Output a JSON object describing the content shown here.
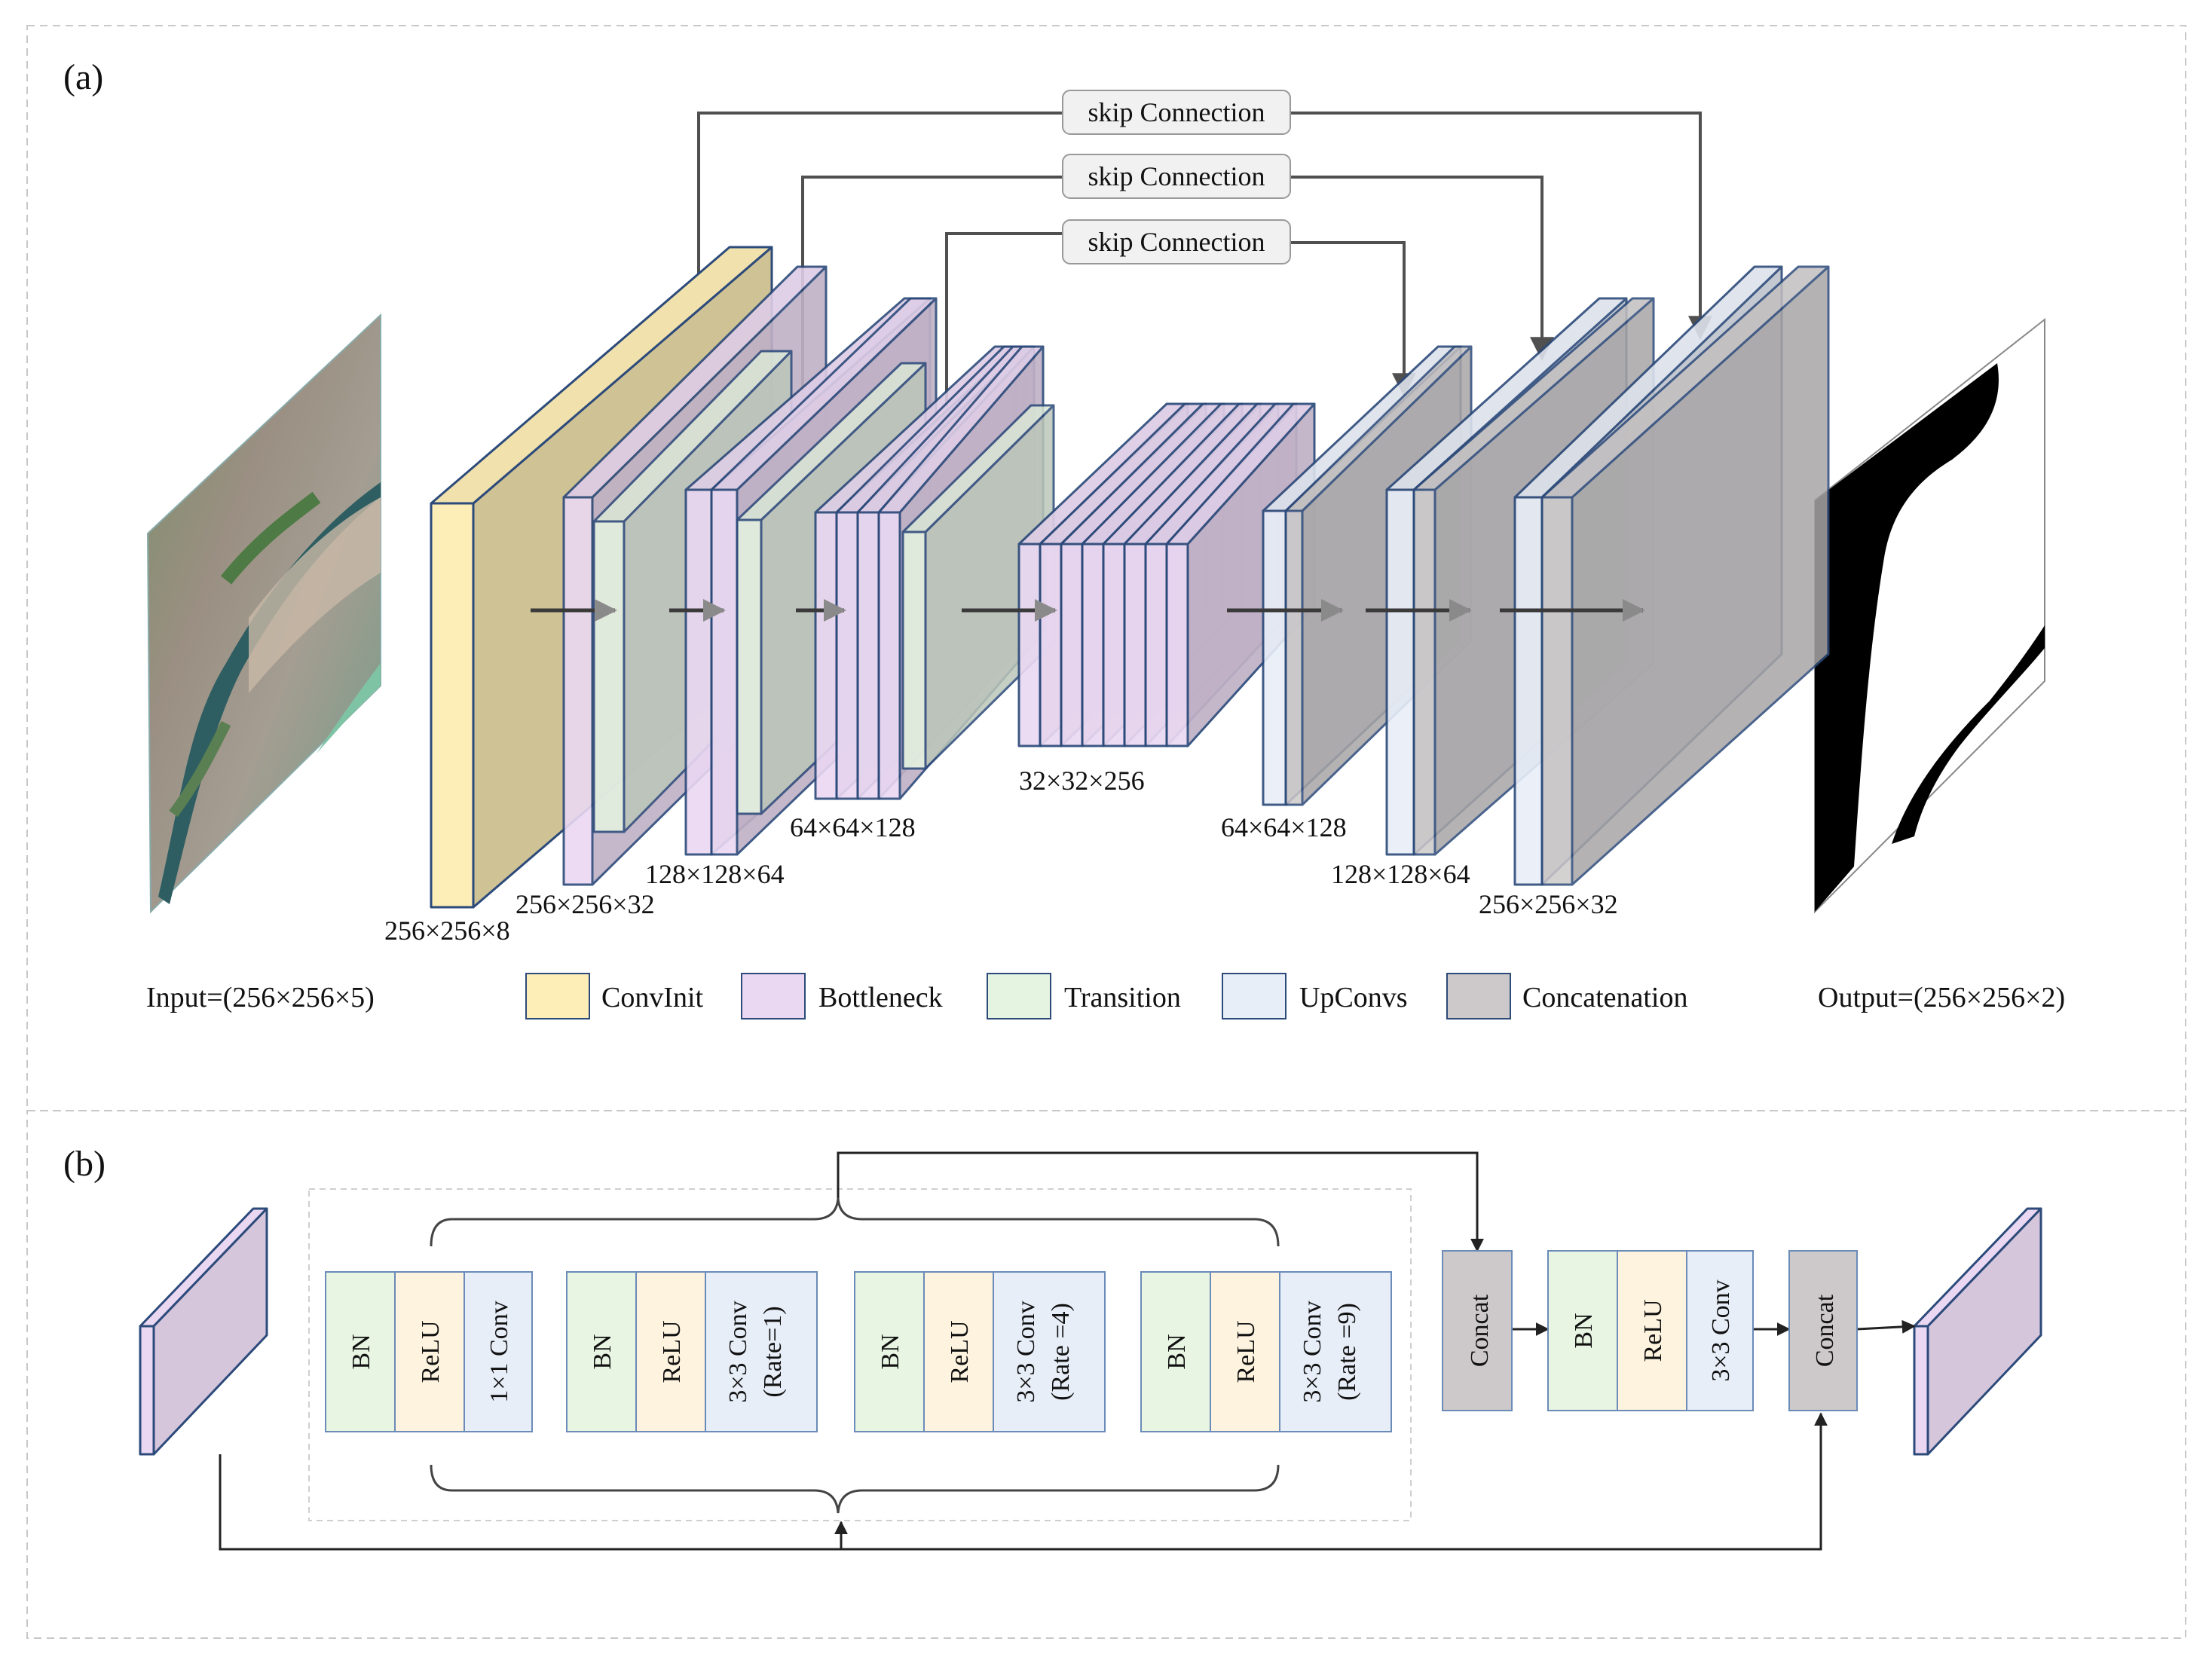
{
  "panel_a": {
    "label": "(a)",
    "skip_connections": [
      "skip Connection",
      "skip Connection",
      "skip Connection"
    ],
    "input_label": "Input=(256×256×5)",
    "output_label": "Output=(256×256×2)",
    "block_dims": {
      "convinit": "256×256×8",
      "enc1": "256×256×32",
      "enc2": "128×128×64",
      "enc3": "64×64×128",
      "mid": "32×32×256",
      "dec3": "64×64×128",
      "dec2": "128×128×64",
      "dec1": "256×256×32"
    },
    "legend": [
      {
        "label": "ConvInit",
        "color": "#fdedb6"
      },
      {
        "label": "Bottleneck",
        "color": "#ead8f2"
      },
      {
        "label": "Transition",
        "color": "#e5f3e1"
      },
      {
        "label": "UpConvs",
        "color": "#e8eef8"
      },
      {
        "label": "Concatenation",
        "color": "#cdc9ca"
      }
    ]
  },
  "panel_b": {
    "label": "(b)",
    "groups": [
      {
        "cells": [
          "BN",
          "ReLU",
          "1×1 Conv"
        ]
      },
      {
        "cells": [
          "BN",
          "ReLU",
          "3×3 Conv",
          "(Rate=1)"
        ]
      },
      {
        "cells": [
          "BN",
          "ReLU",
          "3×3 Conv",
          "(Rate =4)"
        ]
      },
      {
        "cells": [
          "BN",
          "ReLU",
          "3×3 Conv",
          "(Rate =9)"
        ]
      }
    ],
    "concat1": "Concat",
    "post_group": [
      "BN",
      "ReLU",
      "3×3 Conv"
    ],
    "concat2": "Concat"
  },
  "colors": {
    "convinit": "#fdedb6",
    "bottleneck": "#ead8f2",
    "transition": "#e5f3e1",
    "upconv": "#e8eef8",
    "concat": "#cdc9ca",
    "bn": "#e7f5e2",
    "relu": "#fdf3df",
    "conv": "#e8eef8",
    "outline": "#2c4a7a",
    "arrow": "#505050"
  }
}
